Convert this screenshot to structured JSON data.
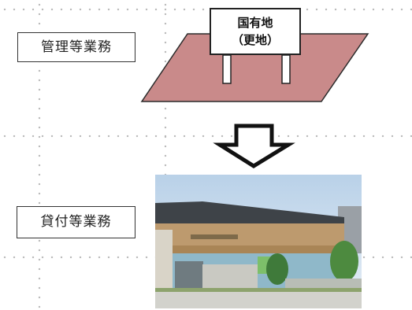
{
  "labels": {
    "management_work": "管理等業務",
    "lending_work": "貸付等業務"
  },
  "sign": {
    "line1": "国有地",
    "line2": "（更地）"
  },
  "colors": {
    "land_fill": "#c98a8a",
    "land_stroke": "#2b2b2b",
    "arrow_stroke": "#111111",
    "building_facade": "#bd9a6e",
    "building_blue": "#8fb8c9",
    "sky": "#cfe0ef"
  },
  "icons": {
    "arrow": "down-arrow-icon",
    "sign": "signboard-icon",
    "photo": "building-photo"
  }
}
